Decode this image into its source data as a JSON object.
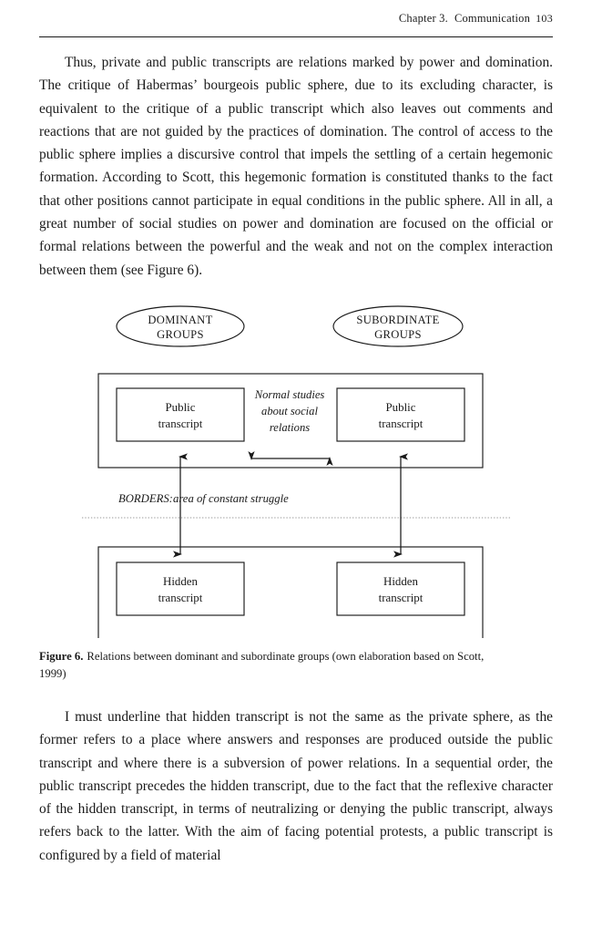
{
  "running_head": {
    "chapter": "Chapter 3.",
    "title": "Communication",
    "page_number": "103"
  },
  "paragraphs": {
    "top": "Thus, private and public transcripts are relations marked by power and domination. The critique of Habermas’ bourgeois public sphere, due to its excluding character, is equivalent to the critique of a public transcript which also leaves out comments and reactions that are not guided by the practices of domination. The control of access to the public sphere implies a discursive control that impels the settling of a certain hegemonic formation. According to Scott, this hegemonic formation is constituted thanks to the fact that other positions cannot participate in equal conditions in the public sphere. All in all, a great number of social studies on power and domination are focused on the official or formal relations between the powerful and the weak and not on the complex interaction between them (see Figure 6).",
    "bottom": "I must underline that hidden transcript is not the same as the private sphere, as the former refers to a place where answers and responses are produced outside the public transcript and where there is a subversion of power relations. In a sequential order, the public transcript precedes the hidden transcript, due to the fact that the reflexive character of the hidden transcript, in terms of neutralizing or denying the public transcript, always refers back to the latter. With the aim of facing potential protests, a public transcript is configured by a field of material"
  },
  "figure": {
    "caption_label": "Figure 6.",
    "caption_text": "Relations between dominant and subordinate groups (own elaboration based on Scott, 1999)",
    "ellipses": [
      {
        "line1": "DOMINANT",
        "line2": "GROUPS"
      },
      {
        "line1": "SUBORDINATE",
        "line2": "GROUPS"
      }
    ],
    "upper_boxes": [
      {
        "line1": "Public",
        "line2": "transcript"
      },
      {
        "line1": "Public",
        "line2": "transcript"
      }
    ],
    "lower_boxes": [
      {
        "line1": "Hidden",
        "line2": "transcript"
      },
      {
        "line1": "Hidden",
        "line2": "transcript"
      }
    ],
    "middle_note": {
      "line1": "Normal studies",
      "line2": "about social",
      "line3": "relations"
    },
    "borders_label": "BORDERS:",
    "borders_text": "area of constant struggle",
    "stroke_color": "#1a1a1a",
    "dotted_color": "#9a9a9a"
  }
}
